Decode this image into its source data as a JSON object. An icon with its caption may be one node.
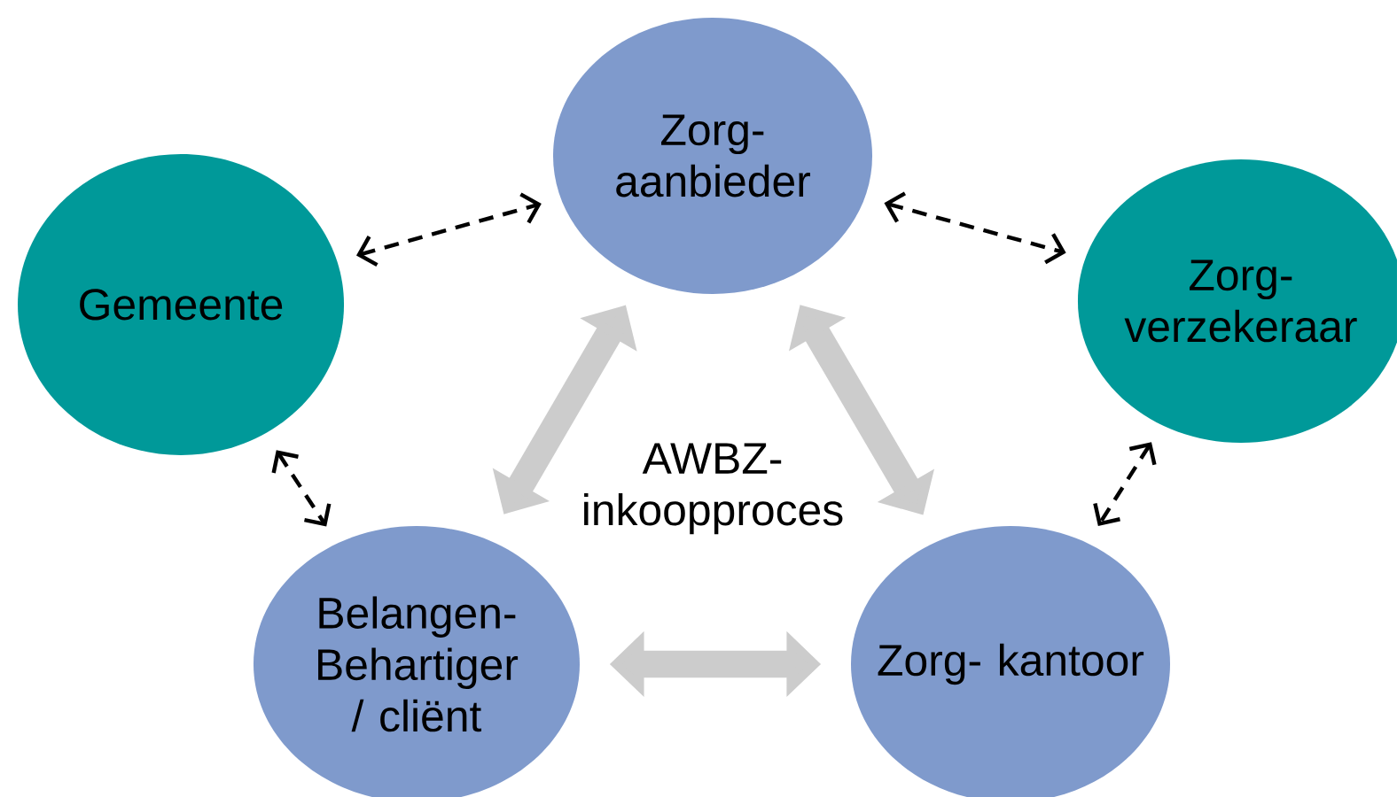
{
  "diagram": {
    "nodes": [
      {
        "text": [
          "Zorg- aanbieder"
        ]
      },
      {
        "text": [
          "Gemeente"
        ]
      },
      {
        "text": [
          "Zorg- verzekeraar"
        ]
      },
      {
        "text": [
          "Belangen- Behartiger / cliënt"
        ]
      },
      {
        "text": [
          "Zorg- kantoor"
        ]
      }
    ],
    "edges": [
      {
        "from": 1,
        "to": 0,
        "arrow": "both",
        "style": "dashed"
      },
      {
        "from": 0,
        "to": 2,
        "arrow": "both",
        "style": "dashed"
      },
      {
        "from": 1,
        "to": 3,
        "arrow": "both",
        "style": "dashed"
      },
      {
        "from": 2,
        "to": 4,
        "arrow": "both",
        "style": "dashed"
      },
      {
        "from": 0,
        "to": 3,
        "arrow": "both",
        "style": "thick",
        "color": "#cccccc"
      },
      {
        "from": 0,
        "to": 4,
        "arrow": "both",
        "style": "thick",
        "color": "#cccccc"
      },
      {
        "from": 3,
        "to": 4,
        "arrow": "both",
        "style": "thick",
        "color": "#cccccc"
      }
    ],
    "labels": [
      "AWBZ- inkoopproces"
    ]
  }
}
